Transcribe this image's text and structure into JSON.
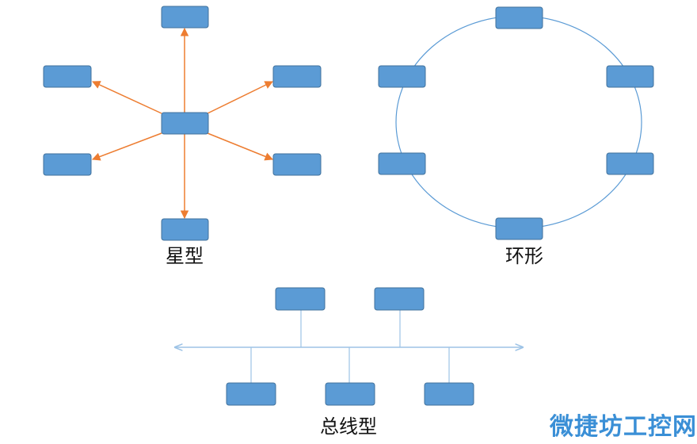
{
  "diagrams": {
    "star": {
      "label": "星型"
    },
    "ring": {
      "label": "环形"
    },
    "bus": {
      "label": "总线型"
    }
  },
  "watermark": {
    "text": "微捷坊工控网"
  },
  "colors": {
    "node_fill": "#5b9bd5",
    "node_stroke": "#41719c",
    "star_arrow": "#ed7d31",
    "ring_line": "#5b9bd5",
    "bus_line": "#9dc3e6",
    "watermark": "#3a8fd6"
  }
}
